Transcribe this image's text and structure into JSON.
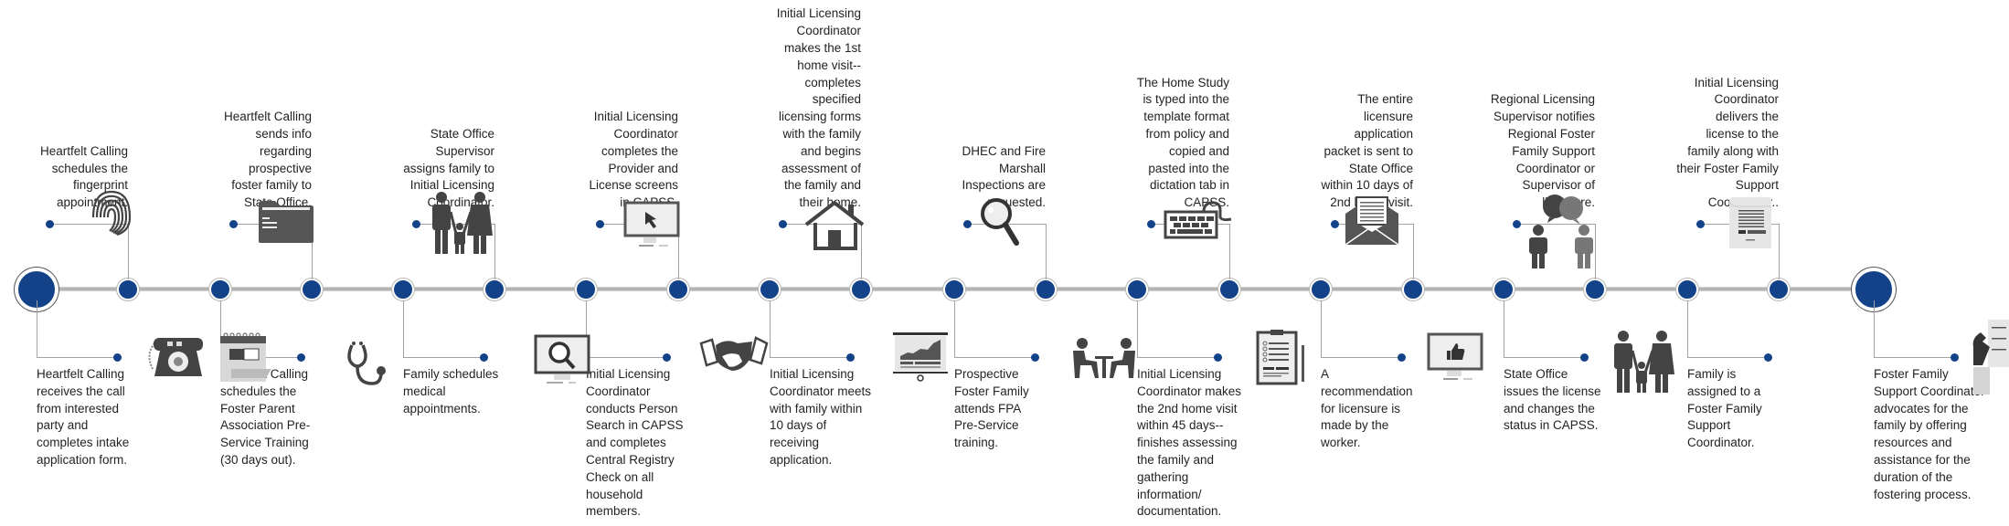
{
  "diagram": {
    "type": "process-timeline",
    "accent_color": "#134289",
    "line_color": "#a3a3a3",
    "icon_color": "#444444",
    "start_node": "start",
    "end_node": "end"
  },
  "steps": [
    {
      "position": "below",
      "icon": "telephone-icon",
      "text": "Heartfelt Calling receives the call from interested party and completes intake application form."
    },
    {
      "position": "above",
      "icon": "fingerprint-icon",
      "text": "Heartfelt Calling schedules the fingerprint appointment."
    },
    {
      "position": "below",
      "icon": "calendar-icon",
      "text": "Heartfelt Calling schedules the Foster Parent Association Pre-Service Training (30 days out)."
    },
    {
      "position": "above",
      "icon": "folder-icon",
      "text": "Heartfelt Calling sends info regarding prospective foster family to State Office."
    },
    {
      "position": "below",
      "icon": "stethoscope-icon",
      "text": "Family schedules medical appointments."
    },
    {
      "position": "above",
      "icon": "family-icon",
      "text": "State Office Supervisor assigns family to Initial Licensing Coordinator."
    },
    {
      "position": "below",
      "icon": "monitor-search-icon",
      "text": "Initial Licensing Coordinator conducts Person Search in CAPSS and completes Central Registry Check on all household members."
    },
    {
      "position": "above",
      "icon": "monitor-cursor-icon",
      "text": "Initial Licensing Coordinator completes the Provider and License screens in CAPSS."
    },
    {
      "position": "below",
      "icon": "handshake-icon",
      "text": "Initial Licensing Coordinator meets with family within 10 days of receiving application."
    },
    {
      "position": "above",
      "icon": "house-icon",
      "text": "Initial Licensing Coordinator makes the 1st home visit--completes specified licensing forms with the family and begins assessment of the family and their home."
    },
    {
      "position": "below",
      "icon": "presentation-board-icon",
      "text": "Prospective Foster Family attends FPA Pre-Service training."
    },
    {
      "position": "above",
      "icon": "magnifier-icon",
      "text": "DHEC and Fire Marshall Inspections are requested."
    },
    {
      "position": "below",
      "icon": "meeting-icon",
      "text": "Initial Licensing Coordinator makes the 2nd home visit within 45 days--finishes assessing the family and gathering information/ documentation."
    },
    {
      "position": "above",
      "icon": "keyboard-icon",
      "text": "The Home Study is typed into the template format from policy and copied and pasted into the dictation tab in CAPSS."
    },
    {
      "position": "below",
      "icon": "clipboard-icon",
      "text": "A recommendation for licensure is made by the worker."
    },
    {
      "position": "above",
      "icon": "envelope-icon",
      "text": "The entire licensure application packet is sent to State Office within 10 days of 2nd home visit."
    },
    {
      "position": "below",
      "icon": "monitor-thumbs-up-icon",
      "text": "State Office issues the license and changes the status in CAPSS."
    },
    {
      "position": "above",
      "icon": "conversation-icon",
      "text": "Regional Licensing Supervisor notifies Regional Foster Family Support Coordinator or Supervisor of licensure."
    },
    {
      "position": "below",
      "icon": "family-icon",
      "text": "Family is assigned to a Foster Family Support Coordinator."
    },
    {
      "position": "above",
      "icon": "license-document-icon",
      "text": "Initial Licensing Coordinator delivers the license to the family along with their Foster Family Support Coordinator.."
    },
    {
      "position": "below",
      "icon": "checklist-hand-icon",
      "text": "Foster Family Support Coordinator advocates for the family by offering resources and assistance for the duration of the fostering process."
    }
  ]
}
